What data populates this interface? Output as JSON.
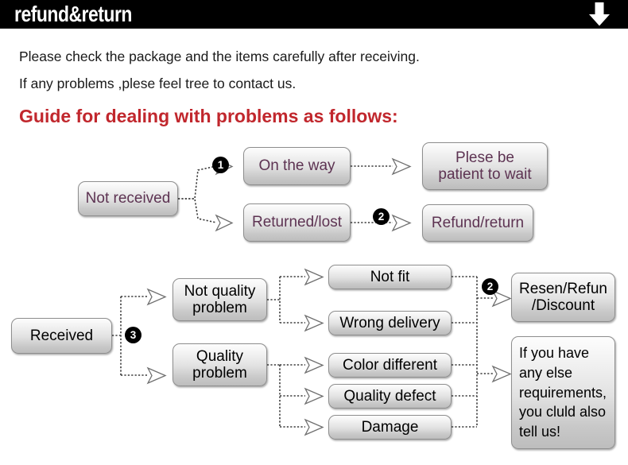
{
  "header": {
    "title": "refund&return",
    "arrow_icon": "arrow-down-icon"
  },
  "intro": {
    "line1": "Please check the package and the items carefully after receiving.",
    "line2": "If any problems ,plese feel tree to contact us.",
    "heading": "Guide for dealing with problems as follows:"
  },
  "colors": {
    "header_background": "#000000",
    "header_text": "#ffffff",
    "heading_red": "#c1272d",
    "box_text_purple": "#5d3352",
    "box_text_black": "#000000",
    "box_border": "#8e8e8e",
    "badge_background": "#000000",
    "connector": "#3b3b3b"
  },
  "flow_not_received": {
    "source": "Not received",
    "branches": [
      {
        "label": "On the way",
        "badge": "1",
        "result": "Plese be\npatient to wait"
      },
      {
        "label": "Returned/lost",
        "badge": "2",
        "result": "Refund/return"
      }
    ],
    "box_on_the_way": "On the way",
    "box_returned_lost": "Returned/lost",
    "box_please_wait_line1": "Plese be",
    "box_please_wait_line2": "patient to wait",
    "box_refund_return": "Refund/return",
    "badge_1": "1",
    "badge_2": "2"
  },
  "flow_received": {
    "source": "Received",
    "badge_3": "3",
    "badge_2": "2",
    "category_not_quality_line1": "Not quality",
    "category_not_quality_line2": "problem",
    "category_quality_line1": "Quality",
    "category_quality_line2": "problem",
    "issues_not_quality": [
      "Not fit",
      "Wrong delivery"
    ],
    "issues_quality": [
      "Color different",
      "Quality defect",
      "Damage"
    ],
    "issue_not_fit": "Not fit",
    "issue_wrong_delivery": "Wrong delivery",
    "issue_color_different": "Color different",
    "issue_quality_defect": "Quality defect",
    "issue_damage": "Damage",
    "outcome_resend_line1": "Resen/Refun",
    "outcome_resend_line2": "/Discount",
    "outcome_note_line1": "If you have",
    "outcome_note_line2": "any else",
    "outcome_note_line3": "requirements,",
    "outcome_note_line4": "you cluld also",
    "outcome_note_line5": "tell us!"
  }
}
